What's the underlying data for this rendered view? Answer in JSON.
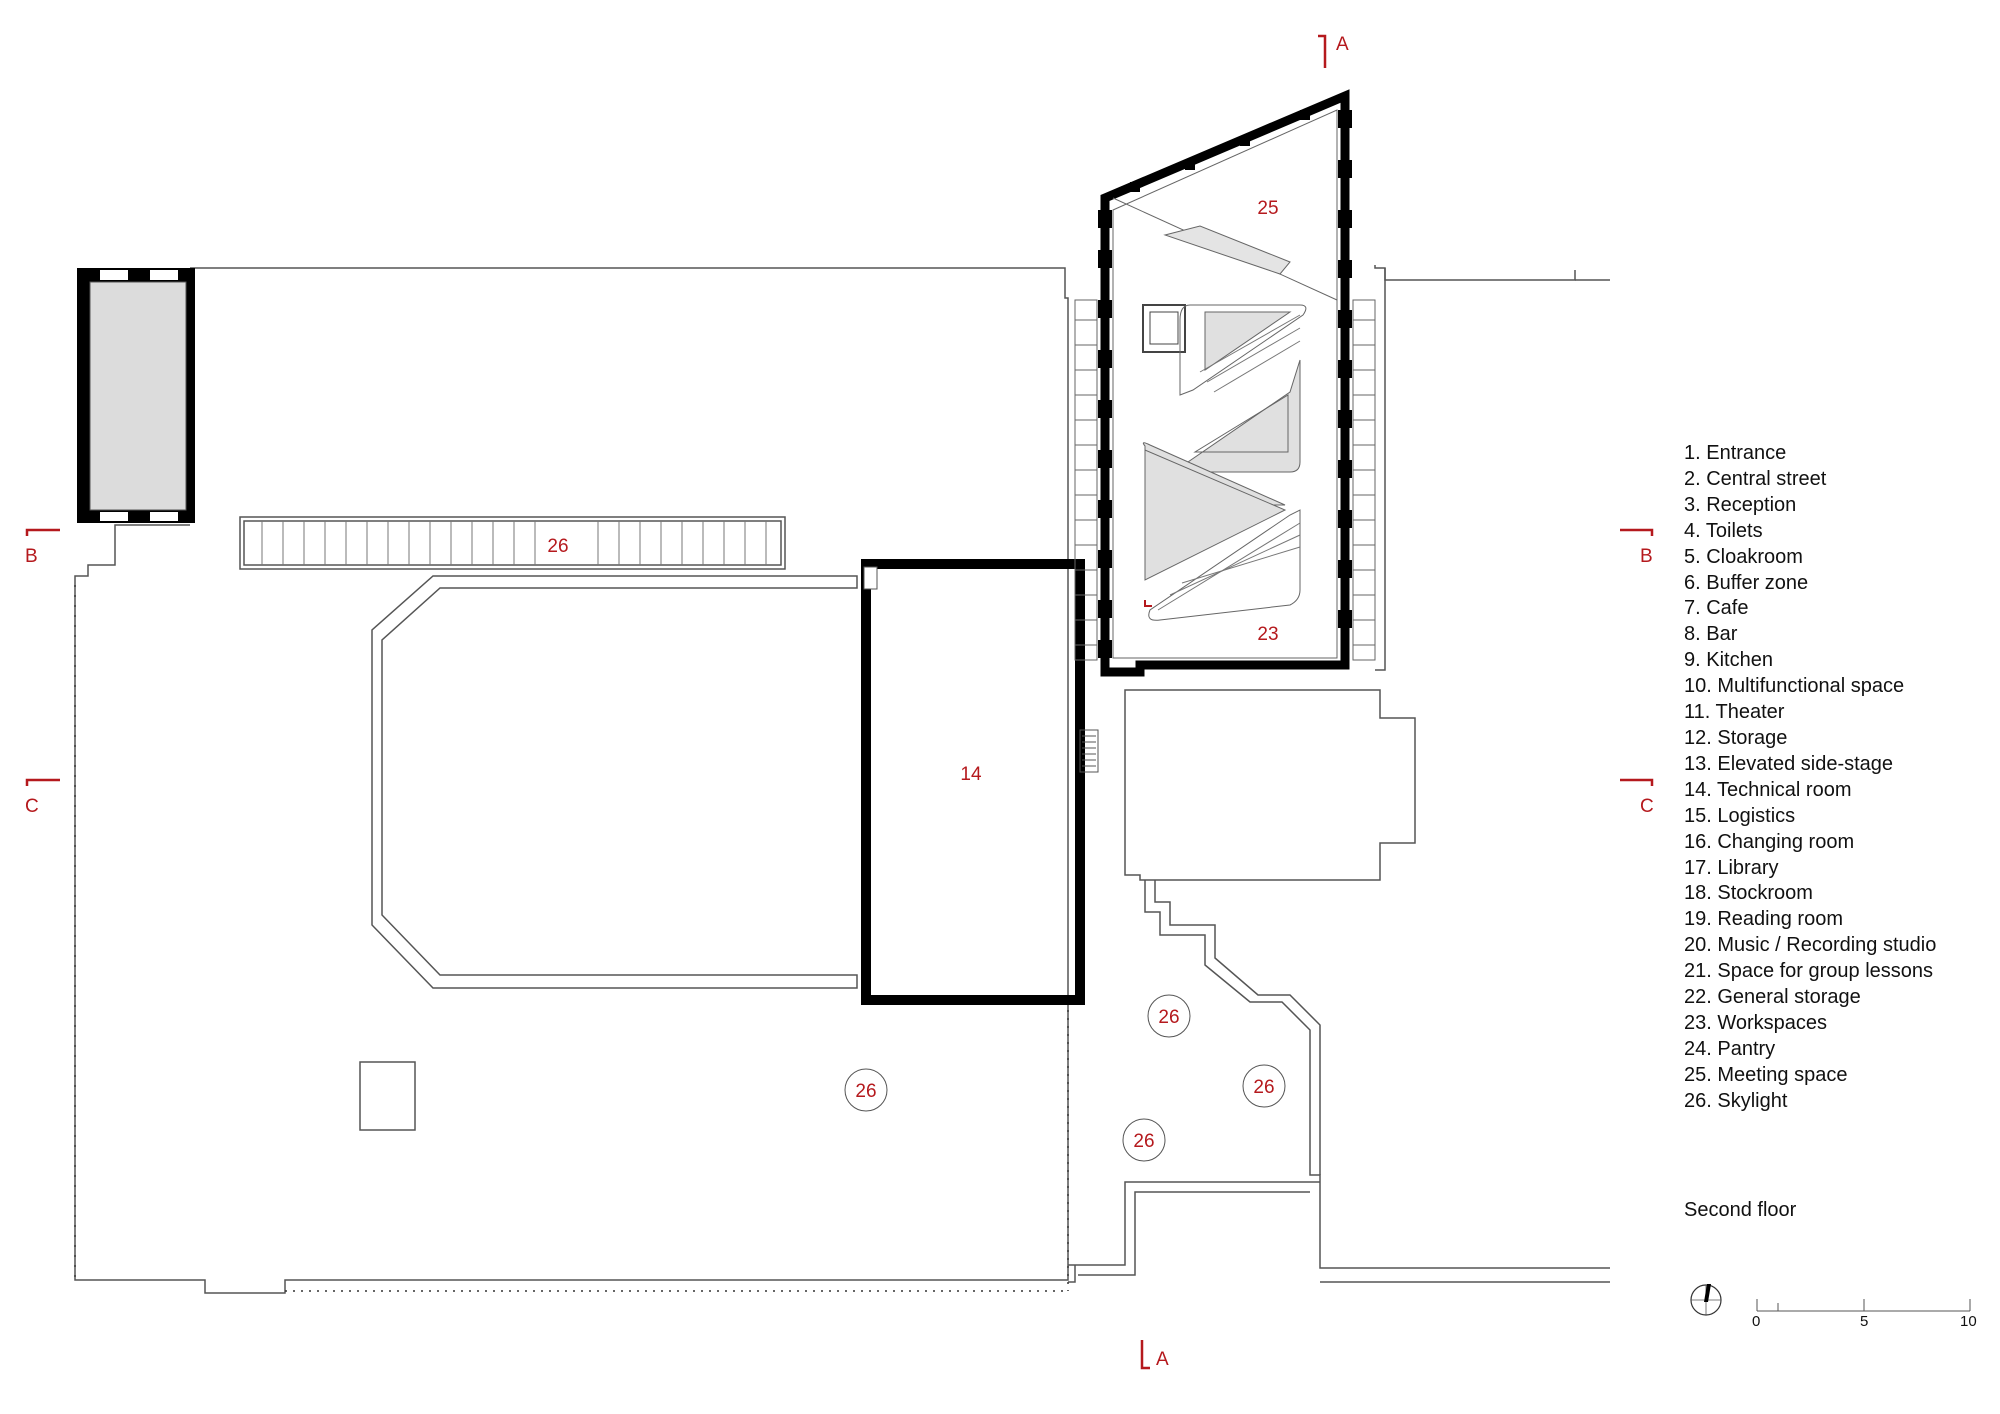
{
  "drawing": {
    "floor_title": "Second floor",
    "accent_color": "#b5191d",
    "section_markers": {
      "a": "A",
      "b": "B",
      "c": "C"
    },
    "room_tags": {
      "r14": "14",
      "r23": "23",
      "r25": "25",
      "r26": "26"
    },
    "north_arrow_icon": "north-arrow-icon"
  },
  "legend": [
    "1. Entrance",
    "2. Central street",
    "3. Reception",
    "4. Toilets",
    "5. Cloakroom",
    "6. Buffer zone",
    "7. Cafe",
    "8. Bar",
    "9. Kitchen",
    "10. Multifunctional space",
    "11. Theater",
    "12. Storage",
    "13. Elevated side-stage",
    "14. Technical room",
    "15. Logistics",
    "16. Changing room",
    "17. Library",
    "18. Stockroom",
    "19. Reading room",
    "20. Music / Recording studio",
    "21. Space for group lessons",
    "22. General storage",
    "23. Workspaces",
    "24. Pantry",
    "25. Meeting space",
    "26. Skylight"
  ],
  "scale_bar": {
    "ticks": [
      "0",
      "5",
      "10"
    ]
  }
}
